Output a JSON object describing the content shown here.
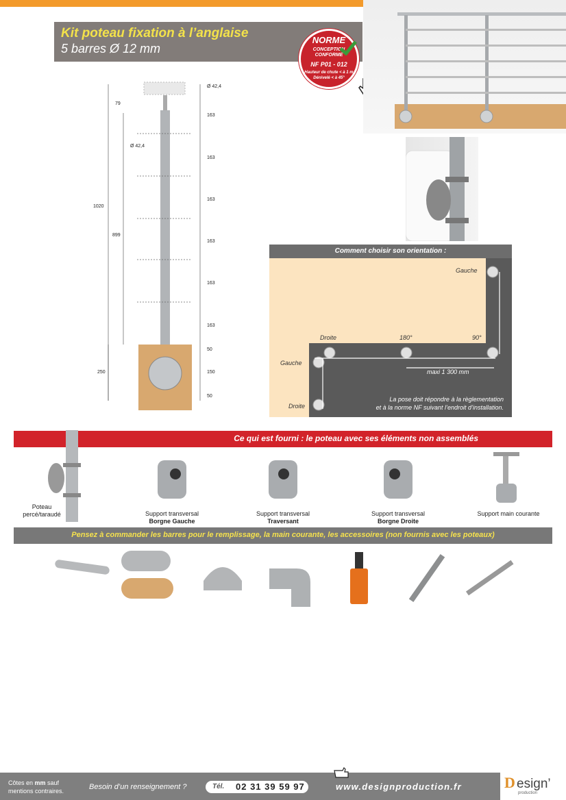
{
  "header": {
    "title": "Kit poteau fixation à l’anglaise",
    "subtitle": "5 barres Ø 12 mm",
    "badge": {
      "top": "NORME",
      "mid1": "CONCEPTION",
      "mid2": "CONFORME",
      "code": "NF P01 - 012",
      "note1": "Hauteur de chute < à 1 m",
      "note2": "Dénivelé < à 45°"
    }
  },
  "diagram": {
    "dims_right": [
      "Ø 42,4",
      "163",
      "163",
      "163",
      "163",
      "163",
      "163",
      "50",
      "150",
      "50"
    ],
    "dims_left": {
      "top": "79",
      "total": "1020",
      "post": "899",
      "base": "250"
    },
    "tube": "Ø 42,4"
  },
  "orientation": {
    "heading": "Comment choisir son orientation :",
    "labels": {
      "gauche_top": "Gauche",
      "droite": "Droite",
      "deg180": "180°",
      "deg90": "90°",
      "gauche_left": "Gauche",
      "droite_left": "Droite",
      "maxi": "maxi 1 300 mm"
    },
    "note1": "La pose doit répondre à la règlementation",
    "note2": "et à la norme NF suivant l’endroit d’installation."
  },
  "supplied": {
    "heading": "Ce qui est fourni : le poteau avec ses éléments non assemblés",
    "items": [
      {
        "l1": "Poteau",
        "l2": "percé/taraudé"
      },
      {
        "l1": "Support transversal",
        "l2": "Borgne Gauche"
      },
      {
        "l1": "Support transversal",
        "l2": "Traversant"
      },
      {
        "l1": "Support transversal",
        "l2": "Borgne Droite"
      },
      {
        "l1": "Support main courante",
        "l2": ""
      }
    ]
  },
  "order": {
    "heading": "Pensez à commander les barres pour le remplissage, la main courante, les accessoires (non fournis avec les poteaux)"
  },
  "footer": {
    "note_pre": "Côtes en ",
    "note_unit": "mm",
    "note_post": " sauf",
    "note2": "mentions contraires.",
    "question": "Besoin d’un renseignement ?",
    "tel_label": "Tél.",
    "tel": "02 31 39 59 97",
    "web": "www.designproduction.fr",
    "brand": "esign’",
    "brand_sub": "production"
  },
  "colors": {
    "orange": "#f39a2b",
    "red": "#d2232a",
    "grey": "#787878",
    "yellow": "#f6e24d",
    "sand": "#fce4c0",
    "wood": "#d8a86f"
  }
}
